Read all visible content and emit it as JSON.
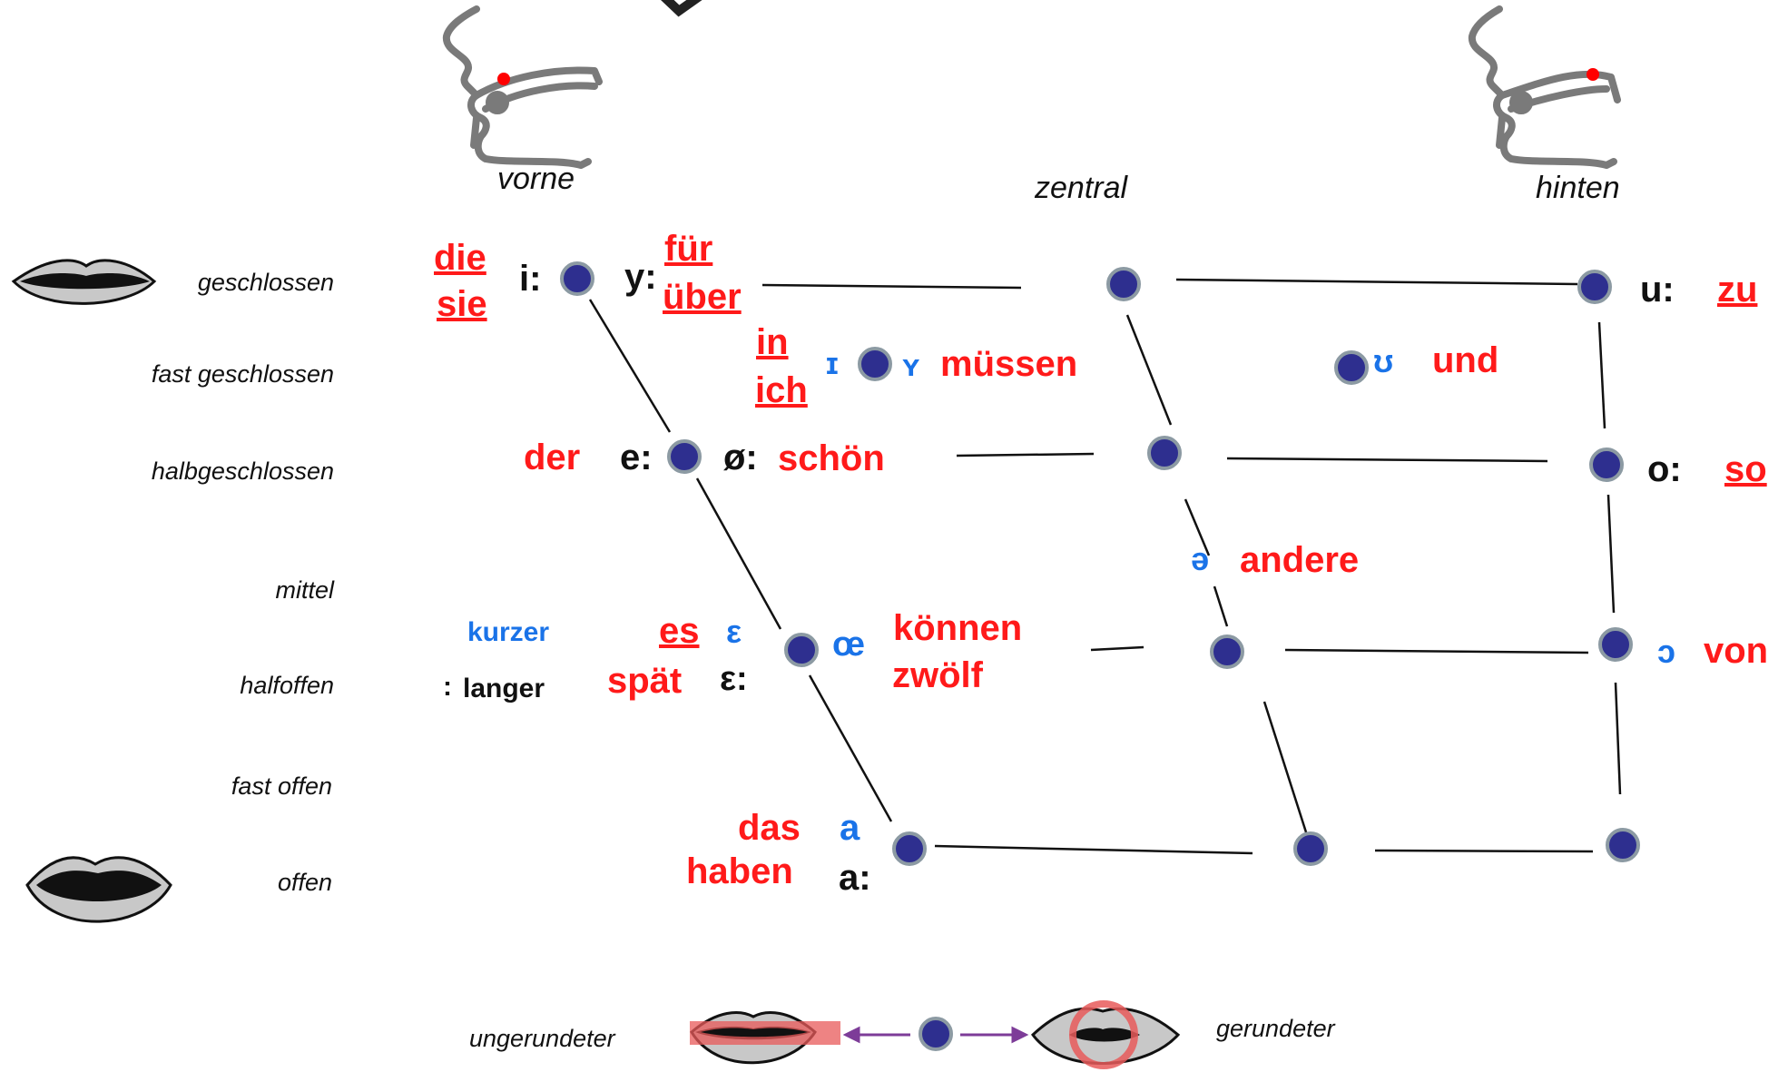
{
  "colors": {
    "red": "#ff1a1a",
    "blue": "#1a73e8",
    "black": "#111111",
    "dot_fill": "#2e2f8f",
    "dot_stroke": "#8c9aa3",
    "head_stroke": "#7a7a7a",
    "tongue_dot": "#ff0000"
  },
  "columns": {
    "front": "vorne",
    "central": "zentral",
    "back": "hinten"
  },
  "rows": {
    "close": "geschlossen",
    "near_close": "fast geschlossen",
    "close_mid": "halbgeschlossen",
    "mid": "mittel",
    "open_mid": "halfoffen",
    "near_open": "fast offen",
    "open": "offen"
  },
  "legend": {
    "short": "kurzer",
    "long_marker": ":",
    "long": "langer"
  },
  "rounding": {
    "unrounded": "ungerundeter",
    "rounded": "gerundeter"
  },
  "symbols": {
    "i_long": "i:",
    "y_long": "y:",
    "u_long": "u:",
    "I_short": "ɪ",
    "Y_short": "ʏ",
    "U_short": "ʊ",
    "e_long": "e:",
    "oe_long": "ø:",
    "o_long": "o:",
    "schwa": "ə",
    "eps_short": "ε",
    "eps_long": "ε:",
    "oe_short": "œ",
    "open_o": "ɔ",
    "a_short": "a",
    "a_long": "a:"
  },
  "examples": {
    "die": "die",
    "sie": "sie",
    "fuer": "für",
    "ueber": "über",
    "zu": "zu",
    "in": "in",
    "ich": "ich",
    "muessen": "müssen",
    "und": "und",
    "der": "der",
    "schoen": "schön",
    "so": "so",
    "andere": "andere",
    "es": "es",
    "spaet": "spät",
    "koennen": "können",
    "zwoelf": "zwölf",
    "von": "von",
    "das": "das",
    "haben": "haben"
  }
}
